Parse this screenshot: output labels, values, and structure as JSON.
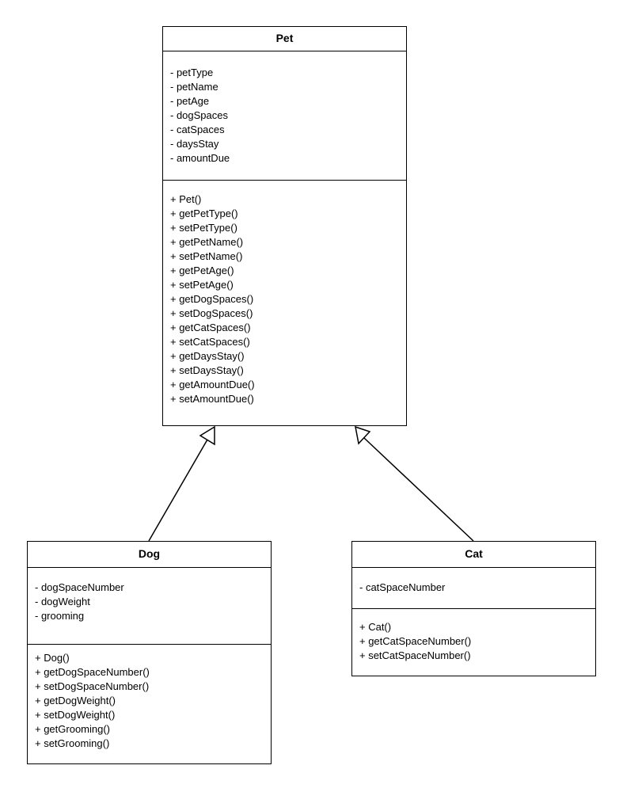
{
  "classes": {
    "pet": {
      "name": "Pet",
      "attributes": [
        "- petType",
        "- petName",
        "- petAge",
        "- dogSpaces",
        "- catSpaces",
        "- daysStay",
        "- amountDue"
      ],
      "operations": [
        "+ Pet()",
        "+ getPetType()",
        "+ setPetType()",
        "+ getPetName()",
        "+ setPetName()",
        "+ getPetAge()",
        "+ setPetAge()",
        "+ getDogSpaces()",
        "+ setDogSpaces()",
        "+ getCatSpaces()",
        "+ setCatSpaces()",
        "+ getDaysStay()",
        "+ setDaysStay()",
        "+ getAmountDue()",
        "+ setAmountDue()"
      ]
    },
    "dog": {
      "name": "Dog",
      "attributes": [
        "- dogSpaceNumber",
        "- dogWeight",
        "- grooming"
      ],
      "operations": [
        "+ Dog()",
        "+ getDogSpaceNumber()",
        "+ setDogSpaceNumber()",
        "+ getDogWeight()",
        "+ setDogWeight()",
        "+ getGrooming()",
        "+ setGrooming()"
      ]
    },
    "cat": {
      "name": "Cat",
      "attributes": [
        "- catSpaceNumber"
      ],
      "operations": [
        "+ Cat()",
        "+ getCatSpaceNumber()",
        "+ setCatSpaceNumber()"
      ]
    }
  },
  "relationships": [
    {
      "type": "generalization",
      "from": "Dog",
      "to": "Pet"
    },
    {
      "type": "generalization",
      "from": "Cat",
      "to": "Pet"
    }
  ]
}
